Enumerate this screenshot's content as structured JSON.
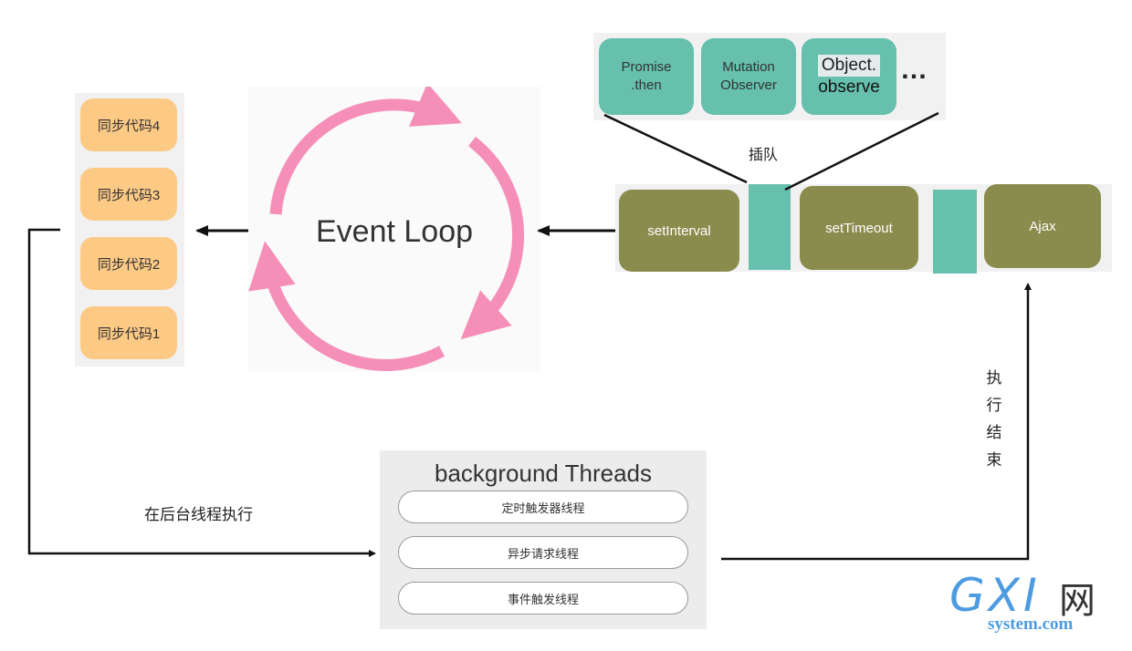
{
  "sync_stack": {
    "items": [
      "同步代码4",
      "同步代码3",
      "同步代码2",
      "同步代码1"
    ]
  },
  "event_loop": {
    "label": "Event Loop",
    "ring_color": "#f58fb8"
  },
  "microtasks": {
    "items": [
      {
        "line1": "Promise",
        "line2": ".then"
      },
      {
        "line1": "Mutation",
        "line2": "Observer"
      },
      {
        "line1": "Object.",
        "line2": "observe"
      }
    ],
    "ellipsis": "…",
    "insert_label": "插队",
    "color": "#66c0ad"
  },
  "macrotasks": {
    "items": [
      "setInterval",
      "setTimeout",
      "Ajax"
    ],
    "color": "#8a8c4d"
  },
  "background_threads": {
    "title": "background Threads",
    "items": [
      "定时触发器线程",
      "异步请求线程",
      "事件触发线程"
    ]
  },
  "labels": {
    "run_in_background": "在后台线程执行",
    "execution_finished": [
      "执",
      "行",
      "结",
      "束"
    ]
  },
  "watermark": {
    "big": "GXI",
    "han": "网",
    "small": "system.com"
  }
}
